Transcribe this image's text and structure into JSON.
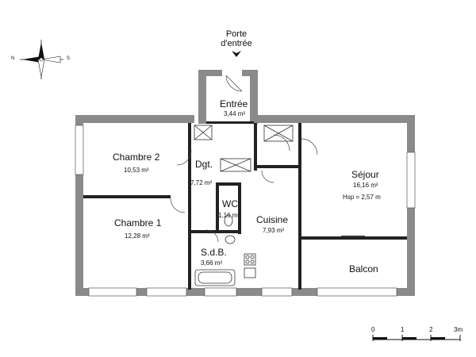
{
  "entrance": {
    "line1": "Porte",
    "line2": "d'entrée"
  },
  "rooms": {
    "entree": {
      "name": "Entrée",
      "area": "3,44 m²"
    },
    "chambre2": {
      "name": "Chambre 2",
      "area": "10,53 m²"
    },
    "degagement": {
      "name": "Dgt.",
      "area": "7,72 m²"
    },
    "sejour": {
      "name": "Séjour",
      "area": "16,16 m²",
      "hsp": "Hsp = 2,57 m"
    },
    "wc": {
      "name": "WC",
      "area": "1,16 m²"
    },
    "chambre1": {
      "name": "Chambre 1",
      "area": "12,28 m²"
    },
    "cuisine": {
      "name": "Cuisine",
      "area": "7,93 m²"
    },
    "sdb": {
      "name": "S.d.B.",
      "area": "3,66 m²"
    },
    "balcon": {
      "name": "Balcon"
    }
  },
  "compass": {
    "north": "N",
    "south": "S"
  },
  "scale": {
    "ticks": [
      "0",
      "1",
      "2",
      "3m"
    ]
  },
  "colors": {
    "wall": "#8a8a8a",
    "wall_dark": "#222222",
    "line": "#333333"
  }
}
